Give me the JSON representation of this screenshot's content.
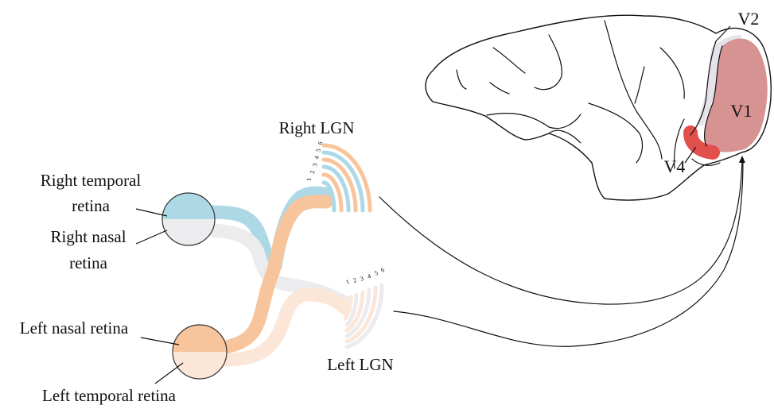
{
  "labels": {
    "right_temporal_retina": [
      "Right temporal",
      "retina"
    ],
    "right_nasal_retina": [
      "Right nasal",
      "retina"
    ],
    "left_nasal_retina": "Left nasal retina",
    "left_temporal_retina": "Left temporal retina",
    "right_lgn": "Right LGN",
    "left_lgn": "Left LGN",
    "v1": "V1",
    "v2": "V2",
    "v4": "V4"
  },
  "lgn_layer_numbers": [
    "1",
    "2",
    "3",
    "4",
    "5",
    "6"
  ],
  "colors": {
    "right_eye_pathway": "#add8e6",
    "left_eye_pathway": "#f8c49b",
    "right_nasal_fill": "#ececee",
    "left_temporal_fill": "#fce6d8",
    "v1_fill": "#d79392",
    "v2_fill": "#e6e2ea",
    "v4_fill": "#e1504c"
  }
}
